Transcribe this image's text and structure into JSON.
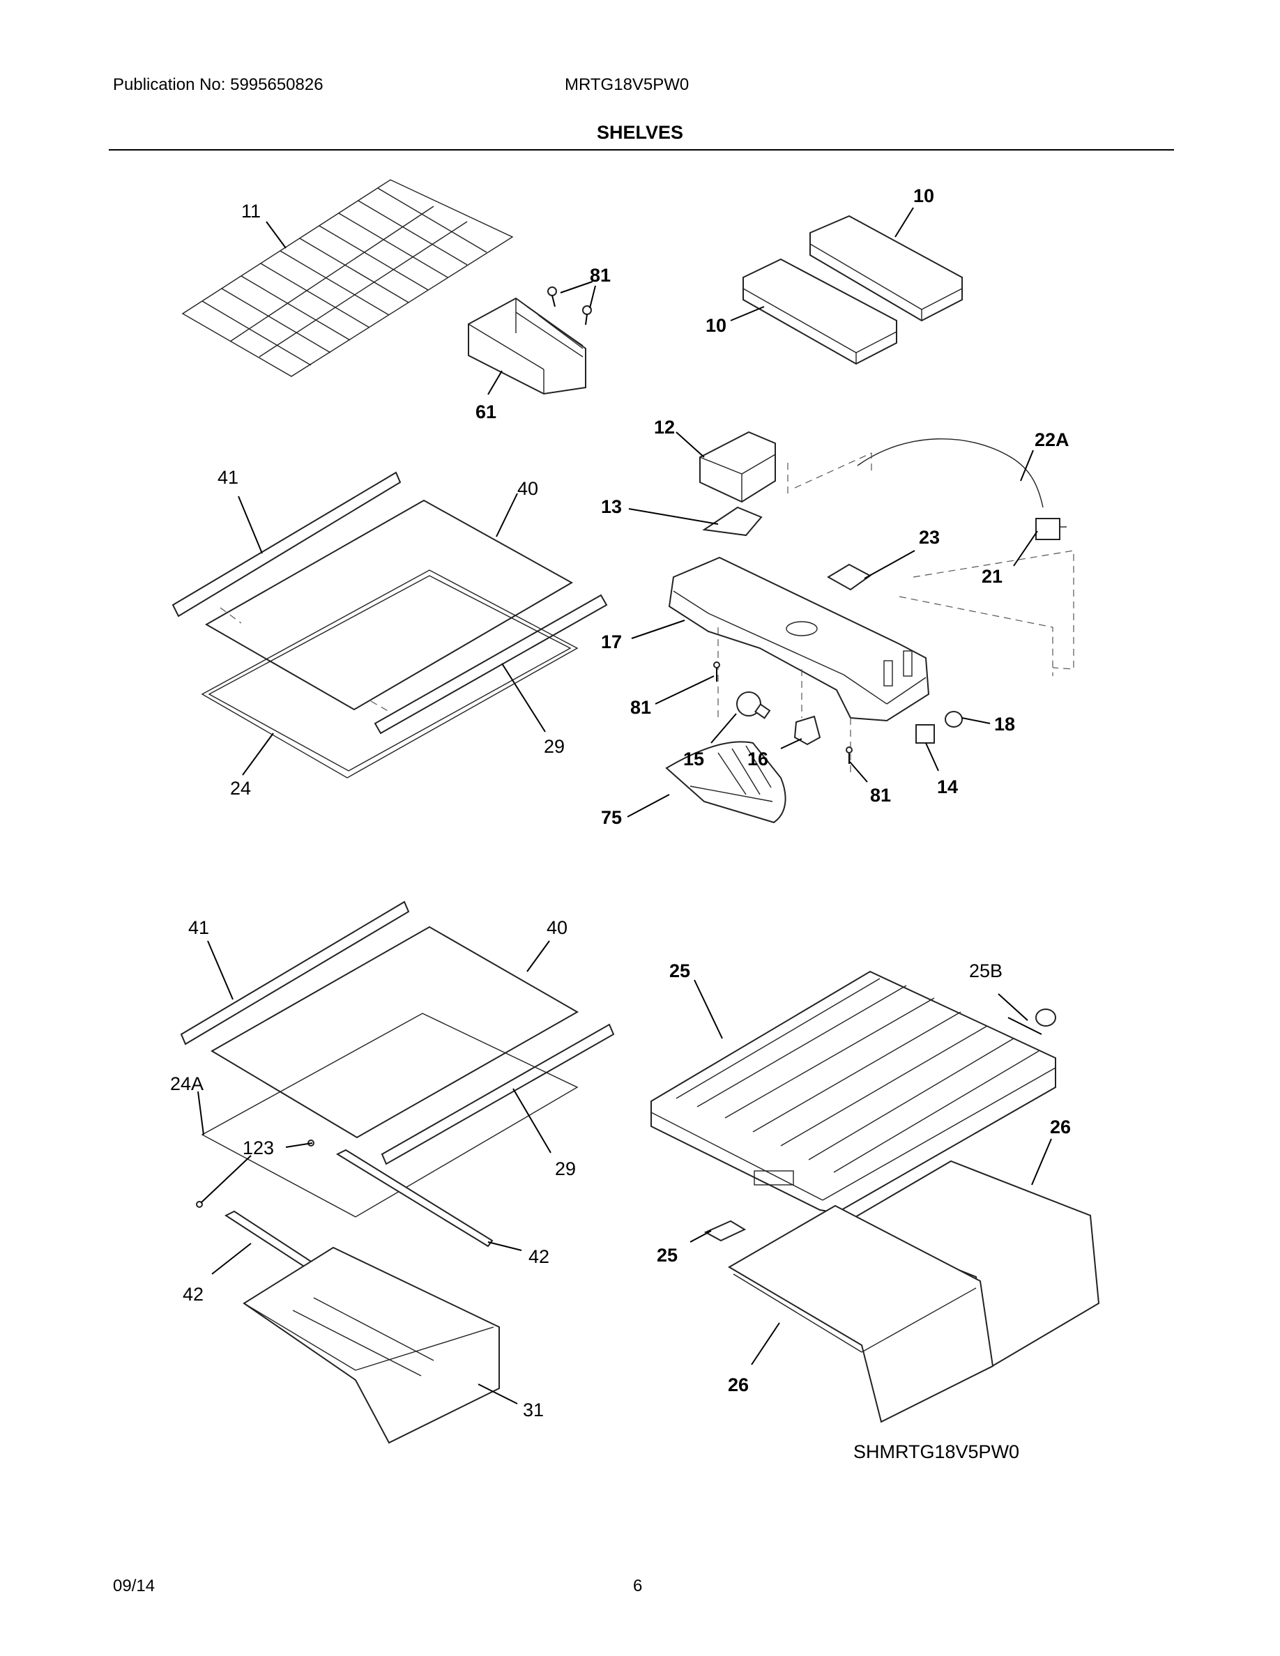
{
  "header": {
    "publication": "Publication No: 5995650826",
    "model": "MRTG18V5PW0",
    "section_title": "SHELVES"
  },
  "callouts": {
    "c11": "11",
    "c81a": "81",
    "c61": "61",
    "c10a": "10",
    "c10b": "10",
    "c12": "12",
    "c22A": "22A",
    "c13": "13",
    "c23": "23",
    "c21": "21",
    "c17": "17",
    "c81b": "81",
    "c18": "18",
    "c15": "15",
    "c16": "16",
    "c14": "14",
    "c81c": "81",
    "c75": "75",
    "c41a": "41",
    "c40a": "40",
    "c29a": "29",
    "c24": "24",
    "c41b": "41",
    "c40b": "40",
    "c24A": "24A",
    "c123": "123",
    "c29b": "29",
    "c42a": "42",
    "c42b": "42",
    "c31": "31",
    "c25a": "25",
    "c25B": "25B",
    "c26a": "26",
    "c25b": "25",
    "c26b": "26"
  },
  "image_code": "SHMRTG18V5PW0",
  "footer": {
    "date": "09/14",
    "page": "6"
  }
}
